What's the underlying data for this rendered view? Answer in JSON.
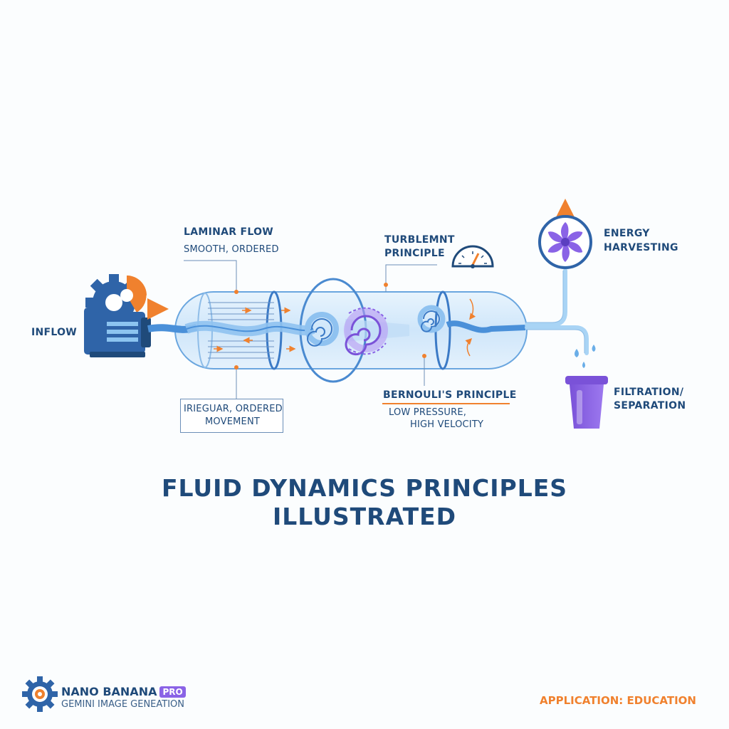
{
  "labels": {
    "inflow": "INFLOW",
    "laminar_title": "LAMINAR FLOW",
    "laminar_sub": "SMOOTH, ORDERED",
    "turbulent_line1": "TURBLEMNT",
    "turbulent_line2": "PRINCIPLE",
    "irregular_line1": "IRIEGUAR, ORDERED",
    "irregular_line2": "MOVEMENT",
    "bernoulli_title": "BERNOULI'S PRINCIPLE",
    "bernoulli_line1": "LOW PRESSURE,",
    "bernoulli_line2": "HIGH VELOCITY",
    "energy_line1": "ENERGY",
    "energy_line2": "HARVESTING",
    "filtration_line1": "FILTRATION/",
    "filtration_line2": "SEPARATION"
  },
  "title": {
    "line1": "FLUID DYNAMICS PRINCIPLES",
    "line2": "ILLUSTRATED"
  },
  "footer": {
    "brand_name": "NANO BANANA",
    "brand_badge": "PRO",
    "brand_sub": "GEMINI IMAGE GENEATION",
    "application": "APPLICATION: EDUCATION"
  },
  "icons": {
    "pump": "pump-gear-icon",
    "gauge": "pressure-gauge-icon",
    "turbine": "turbine-fan-icon",
    "filter": "filter-cup-icon",
    "logo": "gear-logo-icon"
  },
  "colors": {
    "navy": "#1f4a7a",
    "orange": "#f0812e",
    "purple": "#8a63e6",
    "pipe_blue": "#4a90d9",
    "water_blue": "#a9d4f5"
  }
}
